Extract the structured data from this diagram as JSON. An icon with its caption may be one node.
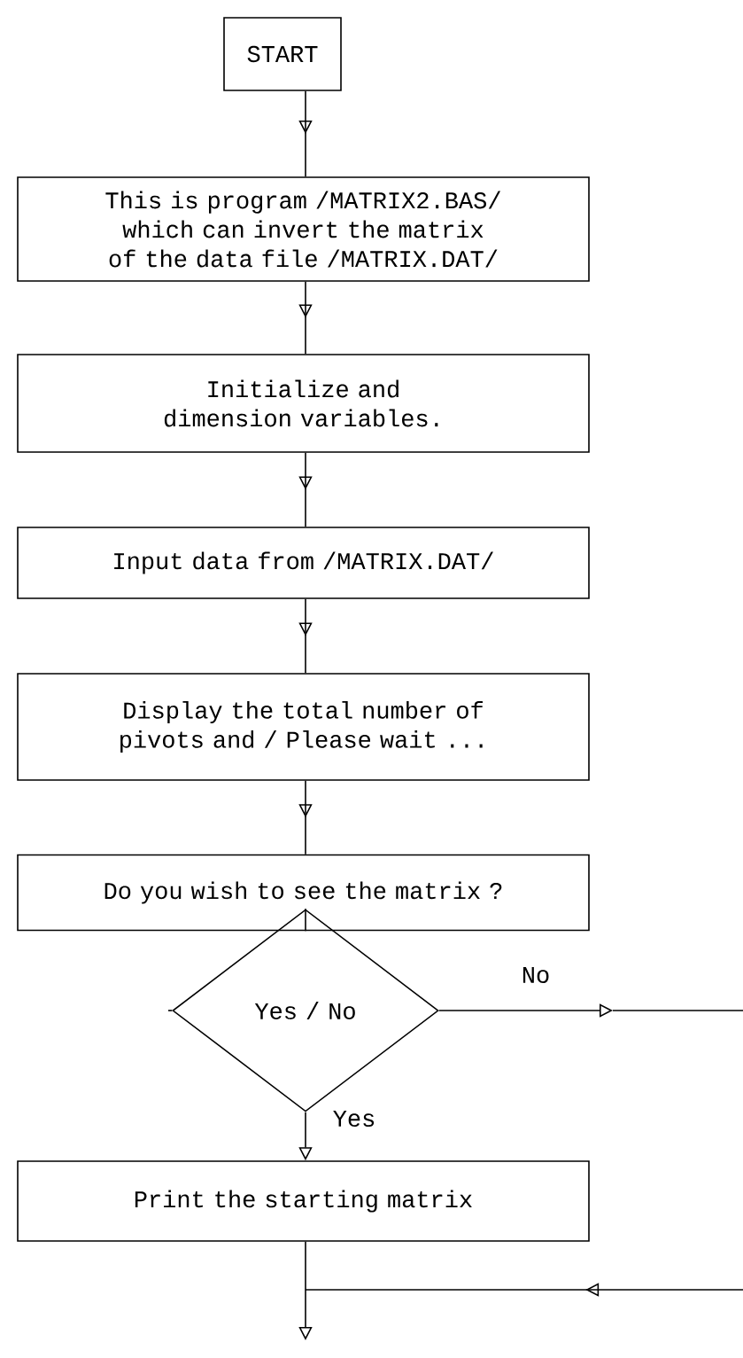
{
  "diagram": {
    "nodes": [
      {
        "text": [
          "START"
        ]
      },
      {
        "text": [
          "This is program /MATRIX2.BAS/ which can invert the matrix of the data file /MATRIX.DAT/"
        ]
      },
      {
        "text": [
          "Initialize and dimension variables."
        ]
      },
      {
        "text": [
          "Input data from /MATRIX.DAT/"
        ]
      },
      {
        "text": [
          "Display the total number of pivots and / Please wait ..."
        ]
      },
      {
        "text": [
          "Do you wish to see the matrix ?"
        ]
      },
      {
        "text": [
          "Yes / No"
        ]
      },
      {
        "text": [
          "Print the starting matrix"
        ]
      }
    ],
    "edges": [
      {
        "from": 0,
        "to": 1,
        "arrow": "to"
      },
      {
        "from": 1,
        "to": 2,
        "arrow": "to"
      },
      {
        "from": 2,
        "to": 3,
        "arrow": "to"
      },
      {
        "from": 3,
        "to": 4,
        "arrow": "to"
      },
      {
        "from": 4,
        "to": 5,
        "arrow": "to"
      },
      {
        "from": 5,
        "to": 6,
        "arrow": "none"
      },
      {
        "from": 6,
        "to": 7,
        "arrow": "to",
        "label": "Yes"
      },
      {
        "from": 6,
        "to": null,
        "arrow": "to",
        "label": "No"
      },
      {
        "from": 7,
        "to": null,
        "arrow": "to"
      }
    ]
  }
}
